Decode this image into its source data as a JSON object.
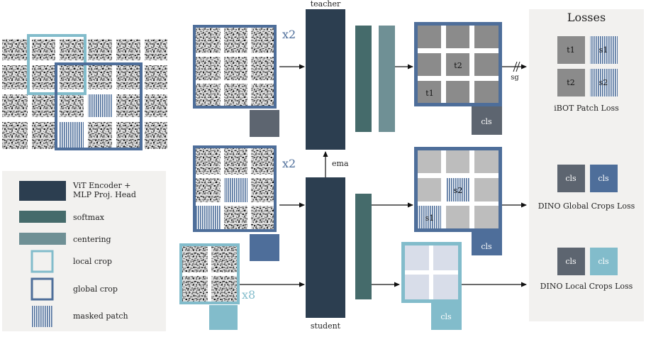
{
  "labels": {
    "teacher": "teacher",
    "student": "student",
    "ema": "ema",
    "sg": "sg",
    "x2_teacher": "x2",
    "x2_student": "x2",
    "x8_student": "x8",
    "cls": "cls",
    "t1": "t1",
    "t2": "t2",
    "s1": "s1",
    "s2": "s2"
  },
  "losses": {
    "title": "Losses",
    "ibot": "iBOT Patch Loss",
    "dino_global": "DINO Global Crops Loss",
    "dino_local": "DINO Local Crops Loss"
  },
  "legend": [
    {
      "key": "encoder",
      "text": "ViT Encoder +\nMLP Proj. Head"
    },
    {
      "key": "softmax",
      "text": "softmax"
    },
    {
      "key": "centering",
      "text": "centering"
    },
    {
      "key": "local",
      "text": "local crop"
    },
    {
      "key": "global",
      "text": "global crop"
    },
    {
      "key": "masked",
      "text": "masked patch"
    }
  ],
  "colors": {
    "encoder": "#2c3e50",
    "softmax": "#456b6b",
    "centering": "#6f9095",
    "global_crop": "#4e6e9a",
    "local_crop": "#82bccb",
    "teacher_patch": "#8b8b8b",
    "student_patch": "#bdbdbd",
    "local_patch": "#d8dde9",
    "cls_teacher": "#5d6570",
    "cls_global": "#4e6e9a",
    "cls_local": "#82bccb",
    "loss_panel": "#f2f1ef",
    "legend_panel": "#f2f1ef"
  }
}
